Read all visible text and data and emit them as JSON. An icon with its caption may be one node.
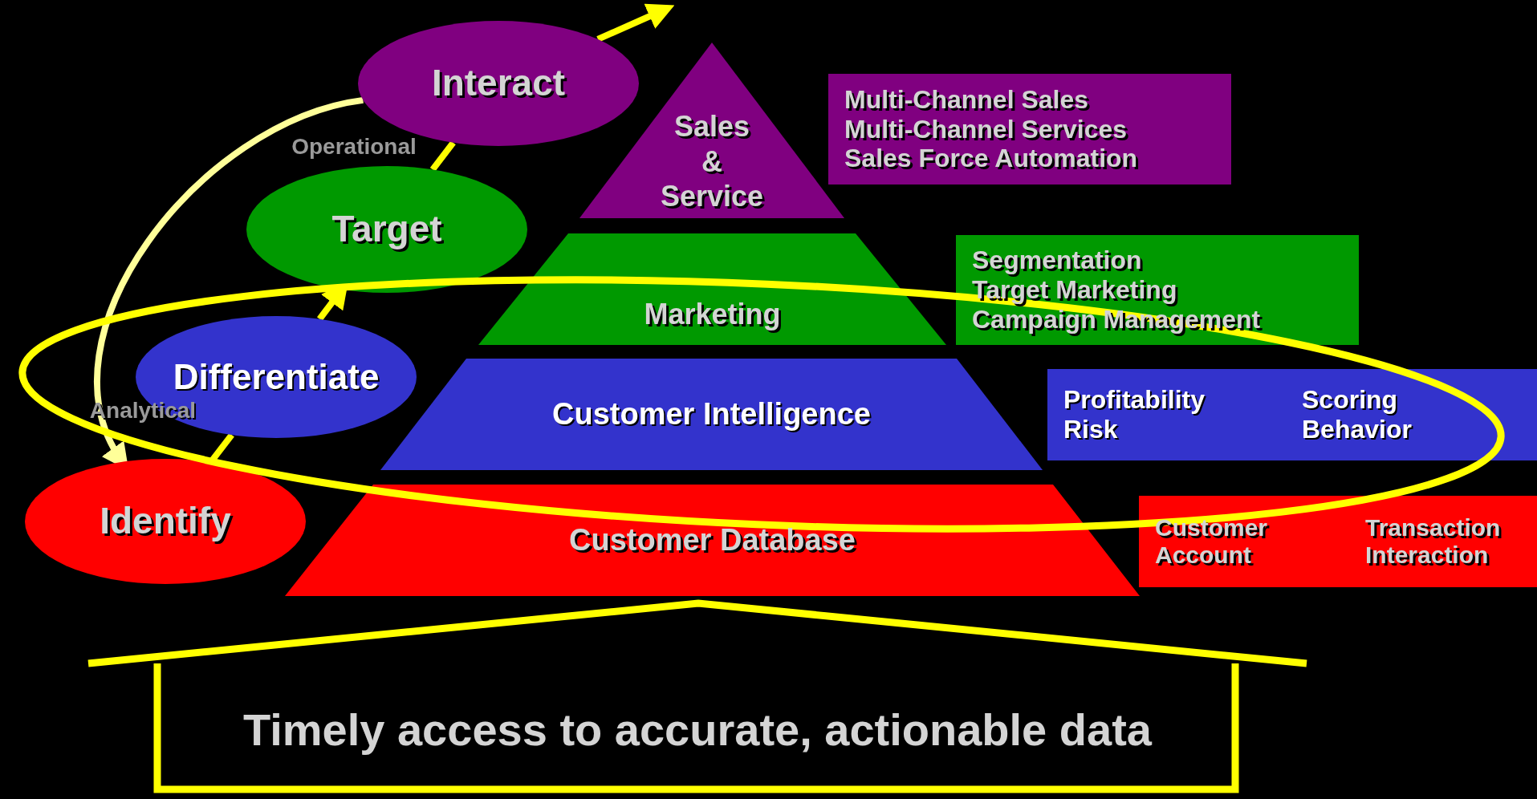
{
  "diagram": {
    "nodes": [
      {
        "text": [
          "Interact"
        ]
      },
      {
        "text": [
          "Sales & Service"
        ]
      },
      {
        "text": [
          "Multi-Channel Sales",
          "Multi-Channel Services",
          "Sales Force Automation"
        ]
      },
      {
        "text": [
          "Target"
        ]
      },
      {
        "text": [
          "Marketing"
        ]
      },
      {
        "text": [
          "Segmentation",
          "Target Marketing",
          "Campaign Management"
        ]
      },
      {
        "text": [
          "Differentiate"
        ]
      },
      {
        "text": [
          "Customer Intelligence"
        ]
      },
      {
        "text": [
          "Profitability",
          "Scoring",
          "Risk",
          "Behavior"
        ]
      },
      {
        "text": [
          "Identify"
        ]
      },
      {
        "text": [
          "Customer Database"
        ]
      },
      {
        "text": [
          "Customer",
          "Transaction",
          "Account",
          "Interaction"
        ]
      },
      {
        "text": [
          "Timely access to accurate, actionable data"
        ]
      }
    ],
    "edges": [
      {
        "from": 9,
        "to": 6,
        "arrow": "none"
      },
      {
        "from": 6,
        "to": 3,
        "arrow": "to"
      },
      {
        "from": 3,
        "to": 0,
        "arrow": "none"
      },
      {
        "from": 0,
        "to": null,
        "arrow": "to"
      },
      {
        "from": 0,
        "to": 9,
        "arrow": "to",
        "color": "#ffff99"
      }
    ],
    "labels": [
      "Operational",
      "Analytical"
    ]
  }
}
